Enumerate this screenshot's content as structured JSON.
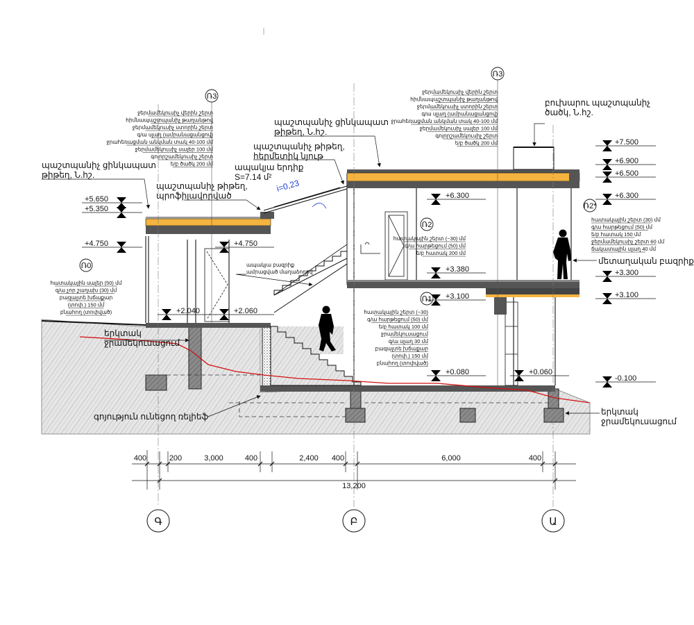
{
  "notes": {
    "n_roof_left": [
      "ջերմամեկուսիչ վերին շերտ",
      "հիմնապաշտպանիչ թաղանթով",
      "ջերմամեկուսիչ ստորին շերտ",
      "գ/ա սլաղ (ամրանացանցով)",
      "ջրահեռացման անկման տակ 40-100 մմ",
      "ջերմամեկուսիչ սալեր 100 մմ",
      "գոլորշամեկուսիչ շերտ",
      "ե/բ ծածկ 200 մմ"
    ],
    "n_roof_right": [
      "ջերմամեկուսիչ վերին շերտ",
      "հիմնապաշտպանիչ թաղանթով",
      "ջերմամեկուսիչ ստորին շերտ",
      "գ/ա սլաղ (ամրանացանցով)",
      "ջրահեռացման անկման տակ 40-100 մմ",
      "ջերմամեկուսիչ սալեր 100 մմ",
      "գոլորշամեկուսիչ շերտ",
      "ե/բ ծածկ 200 մմ"
    ],
    "n_floor2": [
      "հատակային շերտ (~30) մմ",
      "գ/ա հարթեցում (50) մմ",
      "ե/բ հատակ 200 մմ"
    ],
    "n_floor2b": [
      "հատակային շերտ (30) մմ",
      "գ/ա հարթեցում (50) մմ",
      "ե/բ հատակ 150 մմ",
      "ջերմամեկուսիչ շերտ 60 մմ",
      "ճակատային սլաղ 40 մմ"
    ],
    "n_floor1": [
      "հատակային շերտ (~30)",
      "գ/ա հարթեցում (50) մմ",
      "ե/բ հատակ 100 մմ",
      "ջրամեկուսացում",
      "գ/ա սլաղ 30 մմ",
      "բազալտե խճաքար",
      "(տոփ.) 150 մմ",
      "բնահող (տոփված)"
    ],
    "n_floor0": [
      "հատակային սալեր (50) մմ",
      "գ/ա չոր շաղախ (30) մմ",
      "բազալտե խճաքար",
      "(տոփ.) 150 մմ",
      "բնահող (տոփված)"
    ]
  },
  "labels": {
    "tag_r3_left": "Ռ3",
    "tag_r3_right": "Ռ3",
    "tag_r2": "Ռ2",
    "tag_r2_star": "Ռ2*",
    "tag_r1": "Ռ1",
    "tag_r0": "Ռ0",
    "parapet_left": "պաշտպանիչ ցինկապատ",
    "parapet_left2": "թիթեղ, Ն.հշ.",
    "parapet_mid": "պաշտպանիչ ցինկապատ",
    "parapet_mid2": "թիթեղ, Ն.հշ.",
    "cover_sheet": "պաշտպանիչ թիթեղ,",
    "cover_sheet2": "հերմետիկ նյութ",
    "skylight_area": "ապակյա երդիք",
    "skylight_area2": "S=7.14 մ²",
    "slope": "i=0,23",
    "cover_cap": "պաշտպանիչ թիթեղ,",
    "cover_cap2": "պրոֆիլավորված",
    "chimney_cap": "բուխարու պաշտպանիչ",
    "chimney_cap2": "ծածկ, Ն.հշ.",
    "glass_rail": "ապակյա բազրիք",
    "glass_rail2": "ամրացված մաղաձողով",
    "metal_rail": "մետաղական բազրիք",
    "waterproof_left": "երկտակ",
    "waterproof_left2": "ջրամեկուսացում",
    "waterproof_right": "երկտակ",
    "waterproof_right2": "ջրամեկուսացում",
    "ground_line": "գոյություն ունեցող ռելիեֆ"
  },
  "levels": {
    "l_7500": "+7.500",
    "l_6900": "+6.900",
    "l_6500": "+6.500",
    "l_6300r": "+6.300",
    "l_6300m": "+6.300",
    "l_5650": "+5.650",
    "l_5350": "+5.350",
    "l_4750a": "+4.750",
    "l_4750b": "+4.750",
    "l_3380": "+3.380",
    "l_3300": "+3.300",
    "l_3100a": "+3.100",
    "l_3100b": "+3.100",
    "l_2040": "+2.040",
    "l_2060": "+2.060",
    "l_0080": "+0.080",
    "l_0060": "+0.060",
    "l_m0100": "-0.100"
  },
  "dimensions": {
    "d1": "400",
    "d2": "200",
    "d3": "3,000",
    "d4": "400",
    "d5": "2,400",
    "d6": "400",
    "d7": "6,000",
    "d8": "400",
    "total": "13,200"
  },
  "axes": {
    "a_left": "Գ",
    "a_mid": "Բ",
    "a_right": "Ա"
  },
  "colors": {
    "insulation": "#f5b440",
    "ground_line": "#d21010",
    "slope_text": "#1a3bd6",
    "concrete": "#9a9a9a"
  }
}
